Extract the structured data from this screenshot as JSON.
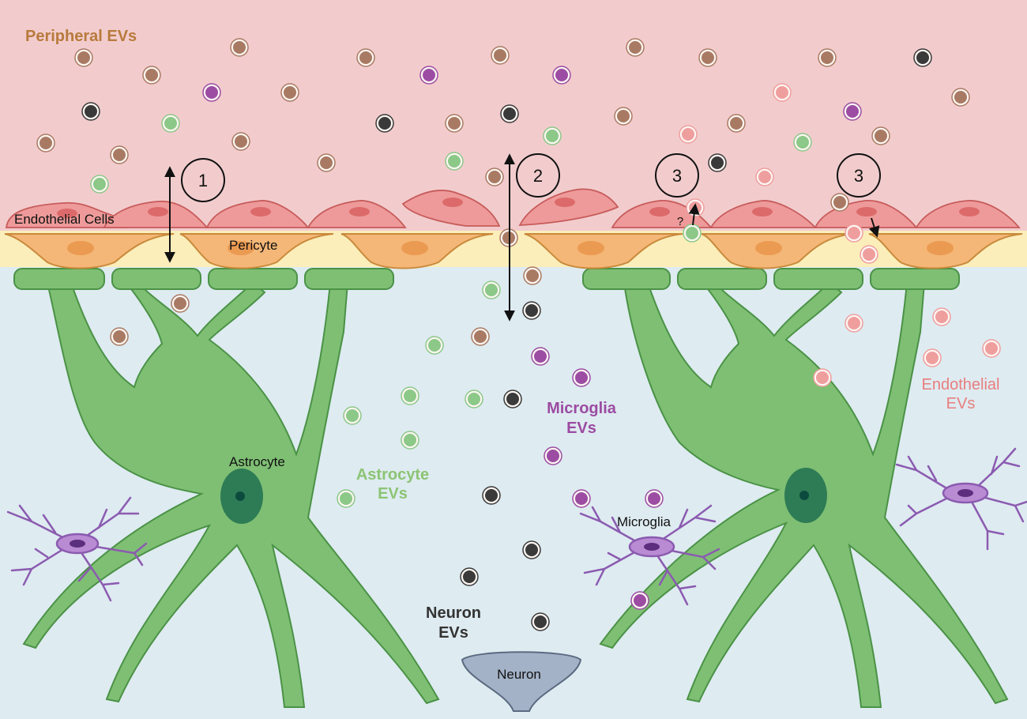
{
  "labels": {
    "peripheral_evs": "Peripheral EVs",
    "endothelial_cells": "Endothelial Cells",
    "pericyte": "Pericyte",
    "astrocyte": "Astrocyte",
    "astrocyte_evs_line1": "Astrocyte",
    "astrocyte_evs_line2": "EVs",
    "microglia_evs_line1": "Microglia",
    "microglia_evs_line2": "EVs",
    "microglia": "Microglia",
    "neuron_evs_line1": "Neuron",
    "neuron_evs_line2": "EVs",
    "neuron": "Neuron",
    "endothelial_evs_line1": "Endothelial",
    "endothelial_evs_line2": "EVs",
    "question_mark": "?"
  },
  "pathways": [
    {
      "number": "1"
    },
    {
      "number": "2"
    },
    {
      "number": "3"
    },
    {
      "number": "3"
    }
  ],
  "colors": {
    "blood_bg": "#f2cccd",
    "pericyte_band": "#fbeeba",
    "brain_bg": "#deebf1",
    "peripheral_ev": "#a97a63",
    "astrocyte_ev": "#8cc888",
    "microglia_ev": "#9c4da3",
    "neuron_ev": "#3a3a3a",
    "endothelial_ev": "#ef9e9e",
    "peripheral_label": "#b87a3c",
    "astrocyte_label": "#8cc474",
    "microglia_label": "#9c4ba2",
    "neuron_label": "#333333",
    "endothelial_label": "#e97e7e"
  }
}
